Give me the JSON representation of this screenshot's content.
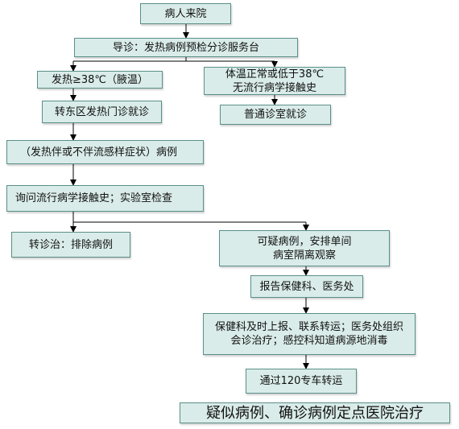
{
  "nodes": {
    "patient_arrive": "病人来院",
    "triage": "导诊：发热病例预检分诊服务台",
    "fever_38": "发热≥38℃（腋温）",
    "normal_temp_line1": "体温正常或低于38℃",
    "normal_temp_line2": "无流行病学接触史",
    "transfer_fever_clinic": "转东区发热门诊就诊",
    "regular_clinic": "普通诊室就诊",
    "fever_flu_case": "（发热伴或不伴流感样症状）病例",
    "inquiry_lab": "询问流行病学接触史；实验室检查",
    "rule_out": "转诊治：排除病例",
    "suspected_line1": "可疑病例，安排单间",
    "suspected_line2": "病室隔离观察",
    "report": "报告保健科、医务处",
    "action_line1": "保健科及时上报、联系转运；医务处组织",
    "action_line2": "会诊治疗；感控科知道病源地消毒",
    "transport_120": "通过120专车转运",
    "final": "疑似病例、确诊病例定点医院治疗"
  }
}
